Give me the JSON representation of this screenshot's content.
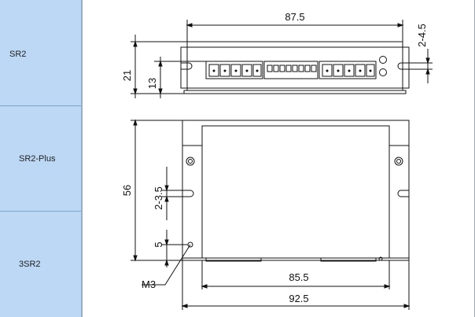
{
  "sidebar": {
    "items": [
      {
        "label": "SR2"
      },
      {
        "label": "SR2-Plus"
      },
      {
        "label": "3SR2"
      }
    ]
  },
  "drawing": {
    "top_width": "87.5",
    "slot_width": "2-4.5",
    "top_height": "21",
    "top_inner_height": "13",
    "body_height": "56",
    "slot_height": "2-3.5",
    "hole_offset": "5",
    "screw": "M3",
    "inner_width": "85.5",
    "outer_width": "92.5"
  }
}
